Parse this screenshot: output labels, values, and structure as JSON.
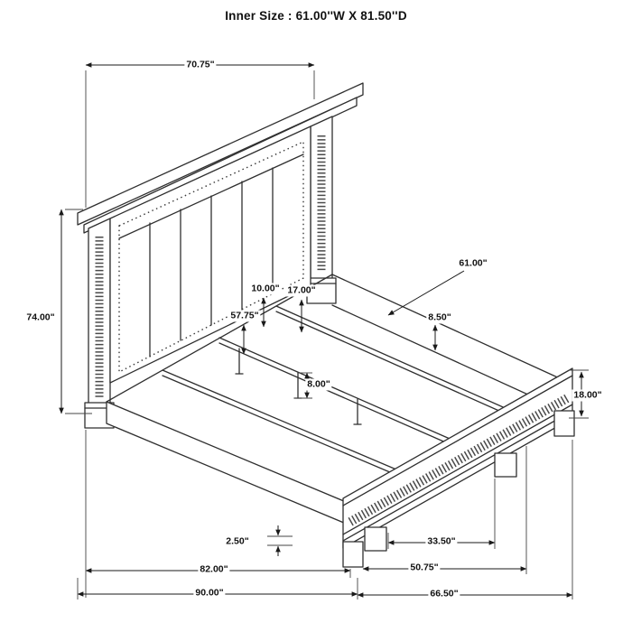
{
  "title": "Inner Size : 61.00''W X 81.50''D",
  "colors": {
    "line": "#2f2f2f",
    "text": "#111111",
    "background": "#ffffff"
  },
  "dims": {
    "headboard_width": "70.75\"",
    "overall_height": "74.00\"",
    "inner_width": "61.00\"",
    "panel_10": "10.00\"",
    "panel_17": "17.00\"",
    "inner_57_75": "57.75\"",
    "rail_8_5": "8.50\"",
    "center_leg_8": "8.00\"",
    "footboard_height": "18.00\"",
    "base_2_5": "2.50\"",
    "foot_span_33_5": "33.50\"",
    "frame_length_82": "82.00\"",
    "footboard_span_50_75": "50.75\"",
    "overall_length_90": "90.00\"",
    "footboard_width_66_5": "66.50\""
  }
}
